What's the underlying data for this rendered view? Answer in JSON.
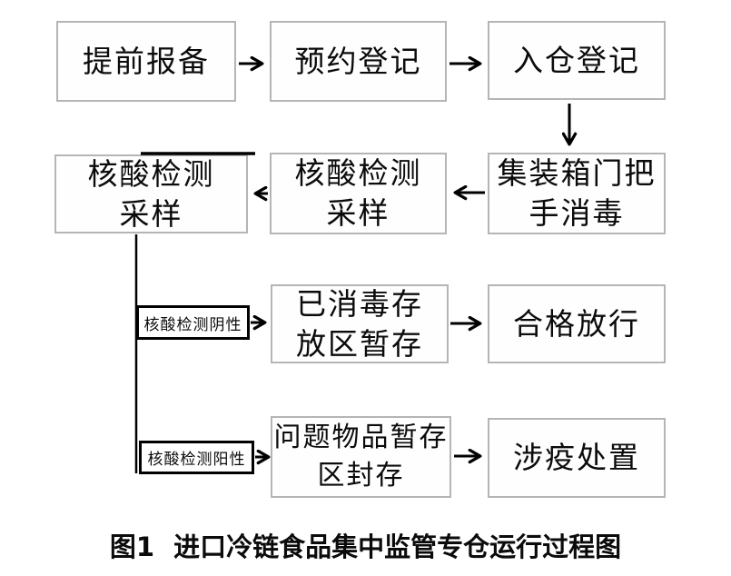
{
  "diagram": {
    "caption": {
      "figure_label": "图1",
      "title": "进口冷链食品集中监管专仓运行过程图"
    },
    "nodes": [
      {
        "id": "advance-report",
        "label": "提前报备"
      },
      {
        "id": "appointment-registration",
        "label": "预约登记"
      },
      {
        "id": "warehouse-entry-registration",
        "label": "入仓登记"
      },
      {
        "id": "container-door-handle-disinfection",
        "label": "集装箱门把\n手消毒"
      },
      {
        "id": "nucleic-acid-sampling-1",
        "label": "核酸检测\n采样"
      },
      {
        "id": "nucleic-acid-sampling-2",
        "label": "核酸检测\n采样"
      },
      {
        "id": "disinfected-storage-area",
        "label": "已消毒存\n放区暂存"
      },
      {
        "id": "qualified-release",
        "label": "合格放行"
      },
      {
        "id": "problem-items-sealed",
        "label": "问题物品暂存\n区封存"
      },
      {
        "id": "epidemic-disposal",
        "label": "涉疫处置"
      }
    ],
    "branch_labels": [
      {
        "id": "negative-result",
        "label": "核酸检测阴性"
      },
      {
        "id": "positive-result",
        "label": "核酸检测阳性"
      }
    ]
  },
  "colors": {
    "line": "#000000",
    "node_border": "#b5b5b5",
    "node_bg": "#fefefe",
    "text": "#0b0b0b",
    "page_bg": "#ffffff"
  }
}
